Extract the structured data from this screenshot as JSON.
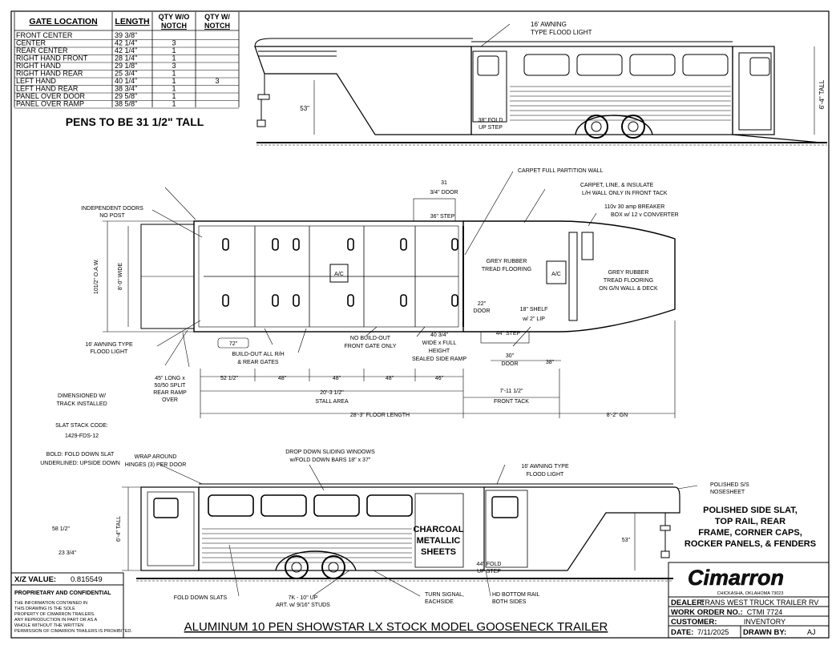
{
  "gate_table": {
    "headers": [
      "GATE LOCATION",
      "LENGTH",
      "QTY W/O NOTCH",
      "QTY W/ NOTCH"
    ],
    "rows": [
      [
        "FRONT CENTER",
        "39 3/8\"",
        "",
        ""
      ],
      [
        "CENTER",
        "42 1/4\"",
        "3",
        ""
      ],
      [
        "REAR CENTER",
        "42 1/4\"",
        "1",
        ""
      ],
      [
        "RIGHT HAND FRONT",
        "28 1/4\"",
        "1",
        ""
      ],
      [
        "RIGHT HAND",
        "29 1/8\"",
        "3",
        ""
      ],
      [
        "RIGHT HAND REAR",
        "25 3/4\"",
        "1",
        ""
      ],
      [
        "LEFT HAND",
        "40 1/4\"",
        "1",
        "3"
      ],
      [
        "LEFT HAND REAR",
        "38 3/4\"",
        "1",
        ""
      ],
      [
        "PANEL OVER DOOR",
        "29 5/8\"",
        "1",
        ""
      ],
      [
        "PANEL OVER RAMP",
        "38 5/8\"",
        "1",
        ""
      ]
    ],
    "pens_note": "PENS TO BE 31 1/2\" TALL"
  },
  "top_view": {
    "awning_light": "16' AWNING TYPE FLOOD LIGHT",
    "height_tall": "6'-4\" TALL",
    "side_height": "53\"",
    "fold_step": "38\" FOLD UP STEP"
  },
  "plan_view": {
    "labels": {
      "carpet_partition": "CARPET FULL PARTITION WALL",
      "carpet_line": "CARPET, LINE, & INSULATE L/H WALL ONLY IN FRONT TACK",
      "breaker": "110v 30 amp BREAKER BOX w/ 12 v CONVERTER",
      "independent_doors": "INDEPENDENT DOORS NO POST",
      "door_top": "31 3/4\" DOOR",
      "step_top": "36\" STEP",
      "oaw": "101/2\" O.A.W.",
      "wide": "8'-0\" WIDE",
      "grey_rubber": "GREY RUBBER TREAD FLOORING",
      "grey_rubber_gn": "GREY RUBBER TREAD FLOORING ON G/N WALL & DECK",
      "awning_flood": "16' AWNING TYPE FLOOD LIGHT",
      "build_out": "BUILD-OUT ALL R/H & REAR GATES",
      "no_build_out": "NO BUILD-OUT FRONT GATE ONLY",
      "side_ramp": "40 3/4\" WIDE x FULL HEIGHT SEALED SIDE RAMP",
      "door_22": "22\" DOOR",
      "shelf": "18\" SHELF w/ 2\" LIP",
      "step_44": "44\" STEP",
      "door_30": "30\" DOOR",
      "ac": "A/C",
      "dim_72": "72\"",
      "rear_ramp": "45\" LONG x 50/50 SPLIT REAR RAMP OVER",
      "dimensioned": "DIMENSIONED W/ TRACK INSTALLED",
      "slat_code_label": "SLAT STACK CODE:",
      "slat_code": "1429-FDS-12",
      "bold_slat": "BOLD: FOLD DOWN SLAT",
      "underlined": "UNDERLINED: UPSIDE DOWN"
    },
    "dims": {
      "d52": "52 1/2\"",
      "d48a": "48\"",
      "d48b": "48\"",
      "d48c": "48\"",
      "d46": "46\"",
      "d38": "38\"",
      "stall_len": "20'-3 1/2\"",
      "stall_area": "STALL AREA",
      "tack_len": "7'-11 1/2\"",
      "front_tack": "FRONT TACK",
      "floor_len": "28'-3\" FLOOR LENGTH",
      "gn": "8'-2\" GN"
    }
  },
  "side_view": {
    "wrap_hinges": "WRAP AROUND HINGES (3) PER DOOR",
    "drop_windows": "DROP DOWN SLIDING WINDOWS w/FOLD DOWN BARS 18\" x 37\"",
    "awning": "16' AWNING TYPE FLOOD LIGHT",
    "nosesheet": "POLISHED S/S NOSESHEET",
    "polished_note": "POLISHED SIDE SLAT, TOP RAIL, REAR FRAME, CORNER CAPS, ROCKER PANELS, & FENDERS",
    "charcoal": "CHARCOAL METALLIC SHEETS",
    "fold_step": "44\" FOLD UP STEP",
    "height_tall": "6'-4\" TALL",
    "d53": "53\"",
    "d58": "58 1/2\"",
    "d23": "23 3/4\"",
    "fold_slats": "FOLD DOWN SLATS",
    "studs": "7K - 10\" UP ART. w/ 9/16\" STUDS",
    "turn_signal": "TURN SIGNAL, EACHSIDE",
    "hd_rail": "HD BOTTOM RAIL BOTH SIDES"
  },
  "footer": {
    "xz_label": "X/Z VALUE:",
    "xz_value": "0.815549",
    "prop_title": "PROPRIETARY AND CONFIDENTIAL",
    "prop_body": "THE INFORMATION CONTAINED IN THIS DRAWING IS THE SOLE PROPERTY OF CIMARRON TRAILERS. ANY REPRODUCTION IN PART OR AS A WHOLE WITHOUT THE WRITTEN PERMISSION OF CIMARRON TRAILERS IS PROHIBITED.",
    "title": "ALUMINUM 10 PEN SHOWSTAR LX STOCK MODEL GOOSENECK TRAILER",
    "logo": "Cimarron",
    "address": "CHICKASHA, OKLAHOMA 73023",
    "dealer_label": "DEALER:",
    "dealer": "TRANS WEST TRUCK TRAILER RV",
    "work_label": "WORK ORDER NO.:",
    "work": "CTMI 7724",
    "customer_label": "CUSTOMER:",
    "customer": "INVENTORY",
    "date_label": "DATE:",
    "date": "7/11/2025",
    "drawn_label": "DRAWN BY:",
    "drawn": "AJ"
  }
}
